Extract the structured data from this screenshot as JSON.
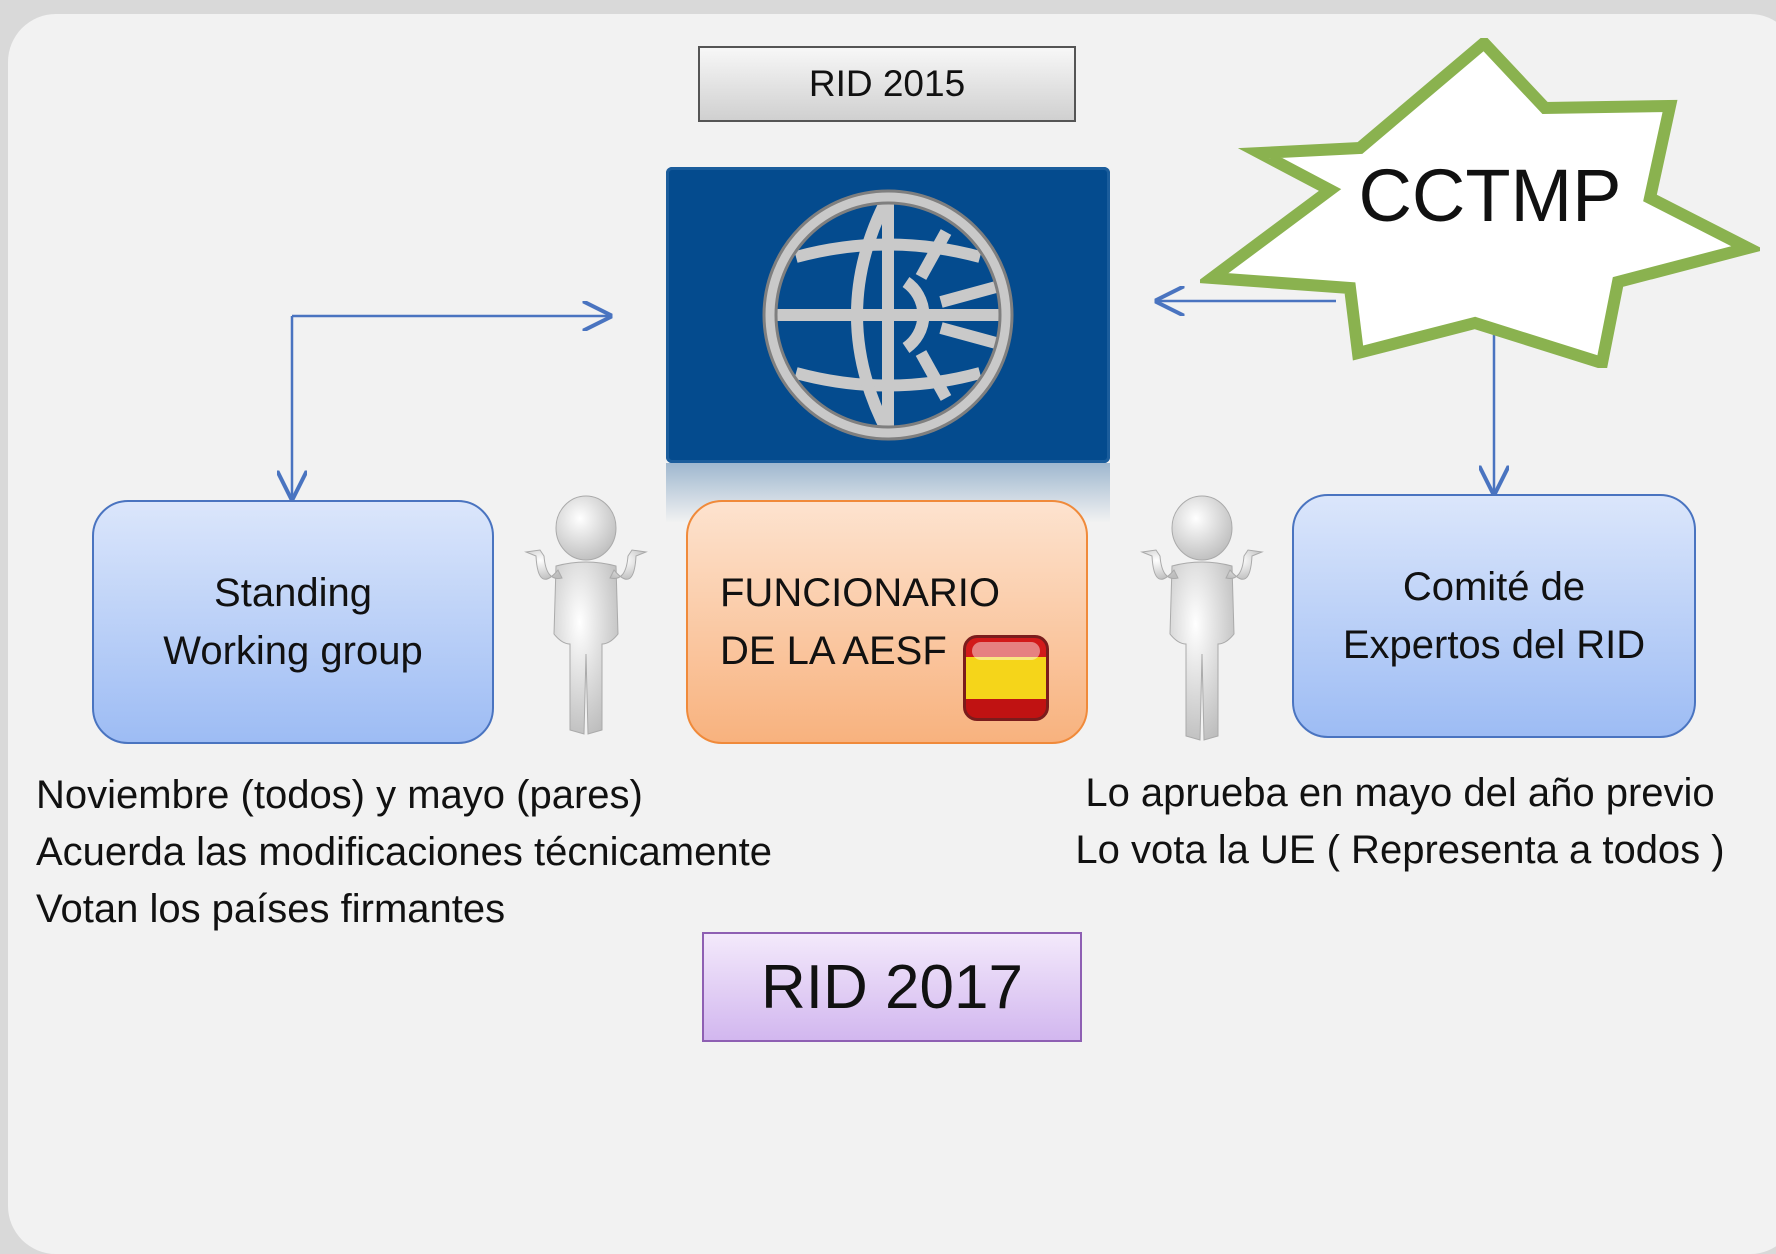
{
  "top": {
    "rid_2015": "RID 2015"
  },
  "boxes": {
    "standing": "Standing Working group",
    "standing_line1": "Standing",
    "standing_line2": "Working group",
    "funcionario_line1": "FUNCIONARIO",
    "funcionario_line2": "DE LA AESF",
    "comite_line1": "Comité de",
    "comite_line2": "Expertos del RID"
  },
  "star": {
    "label": "CCTMP"
  },
  "notes_left": [
    "Noviembre (todos) y mayo (pares)",
    "Acuerda las modificaciones técnicamente",
    "Votan los países firmantes"
  ],
  "notes_right": [
    "Lo aprueba en mayo del año previo",
    "Lo vota la UE ( Representa a todos )"
  ],
  "bottom": {
    "rid_2017": "RID 2017"
  },
  "icons": {
    "logo": "globe-logo-icon",
    "flag": "spain-flag-icon",
    "figure": "shrugging-person-icon"
  },
  "colors": {
    "logo_bg": "#044b8e",
    "star_stroke": "#8ab24f",
    "connector": "#4a74c0"
  }
}
